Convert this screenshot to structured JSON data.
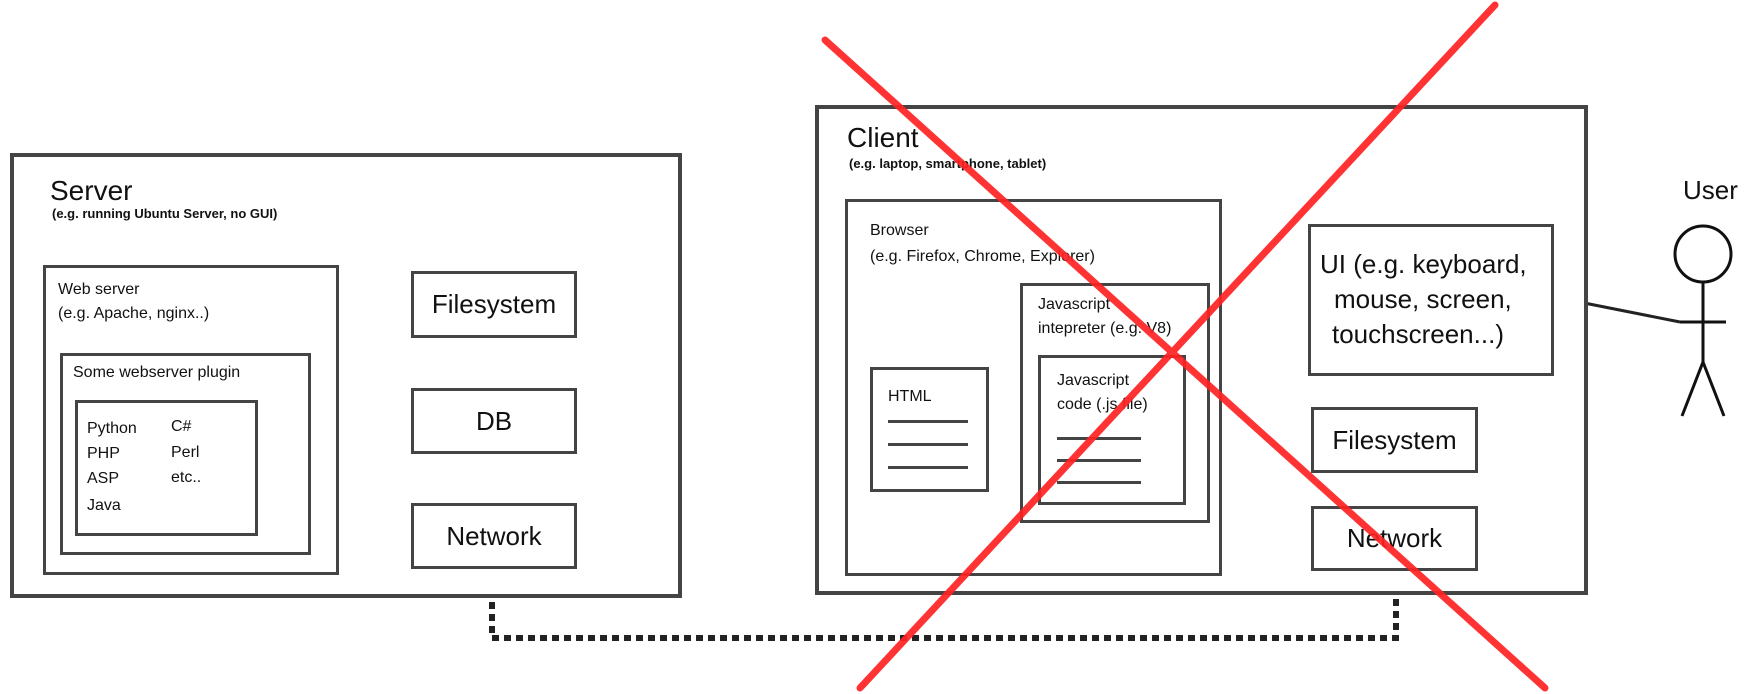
{
  "server": {
    "title": "Server",
    "subtitle": "(e.g. running Ubuntu Server, no GUI)",
    "web_server": {
      "title": "Web server",
      "subtitle": "(e.g. Apache, nginx..)"
    },
    "plugin": {
      "title": "Some webserver plugin",
      "languages_col1": [
        "Python",
        "PHP",
        "ASP",
        "Java"
      ],
      "languages_col2": [
        "C#",
        "Perl",
        "etc.."
      ]
    },
    "filesystem": "Filesystem",
    "db": "DB",
    "network": "Network"
  },
  "client": {
    "title": "Client",
    "subtitle": "(e.g. laptop, smartphone, tablet)",
    "browser": {
      "title": "Browser",
      "subtitle": "(e.g. Firefox, Chrome, Explorer)"
    },
    "html": "HTML",
    "js_interpreter": {
      "line1": "Javascript",
      "line2": "intepreter (e.g. V8)"
    },
    "js_code": {
      "line1": "Javascript",
      "line2": "code (.js file)"
    },
    "ui": {
      "line1": "UI (e.g. keyboard,",
      "line2": "mouse, screen,",
      "line3": "touchscreen...)"
    },
    "filesystem": "Filesystem",
    "network": "Network"
  },
  "user": {
    "label": "User"
  },
  "colors": {
    "cross": "#ff2222",
    "border": "#444444"
  }
}
